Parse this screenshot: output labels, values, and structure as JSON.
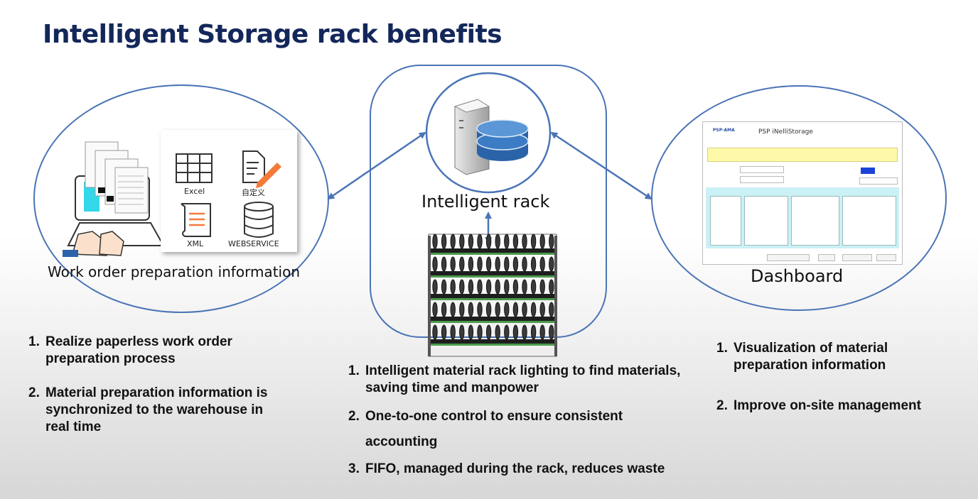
{
  "title": "Intelligent Storage rack benefits",
  "nodes": {
    "left_label": "Work order preparation information",
    "center_label": "Intelligent rack",
    "right_label": "Dashboard"
  },
  "formats": {
    "excel": "Excel",
    "custom": "自定义",
    "xml": "XML",
    "webservice": "WEBSERVICE"
  },
  "dashboard": {
    "title": "PSP iNelliStorage",
    "logo": "PSP-AMA"
  },
  "benefits": {
    "left": [
      {
        "num": "1.",
        "text": "Realize paperless work order preparation process"
      },
      {
        "num": "2.",
        "text": "Material preparation information is synchronized to the warehouse in real time"
      }
    ],
    "center": [
      {
        "num": "1.",
        "text": "Intelligent material rack lighting to find materials, saving time and manpower"
      },
      {
        "num": "2.",
        "text": "One-to-one control to ensure consistent accounting"
      },
      {
        "num": "3.",
        "text": "FIFO, managed during the rack, reduces waste"
      }
    ],
    "right": [
      {
        "num": "1.",
        "text": "Visualization of material preparation information"
      },
      {
        "num": "2.",
        "text": "Improve on-site management"
      }
    ]
  },
  "colors": {
    "title": "#13275a",
    "outline": "#4a74b6",
    "database": "#2a63a8"
  }
}
